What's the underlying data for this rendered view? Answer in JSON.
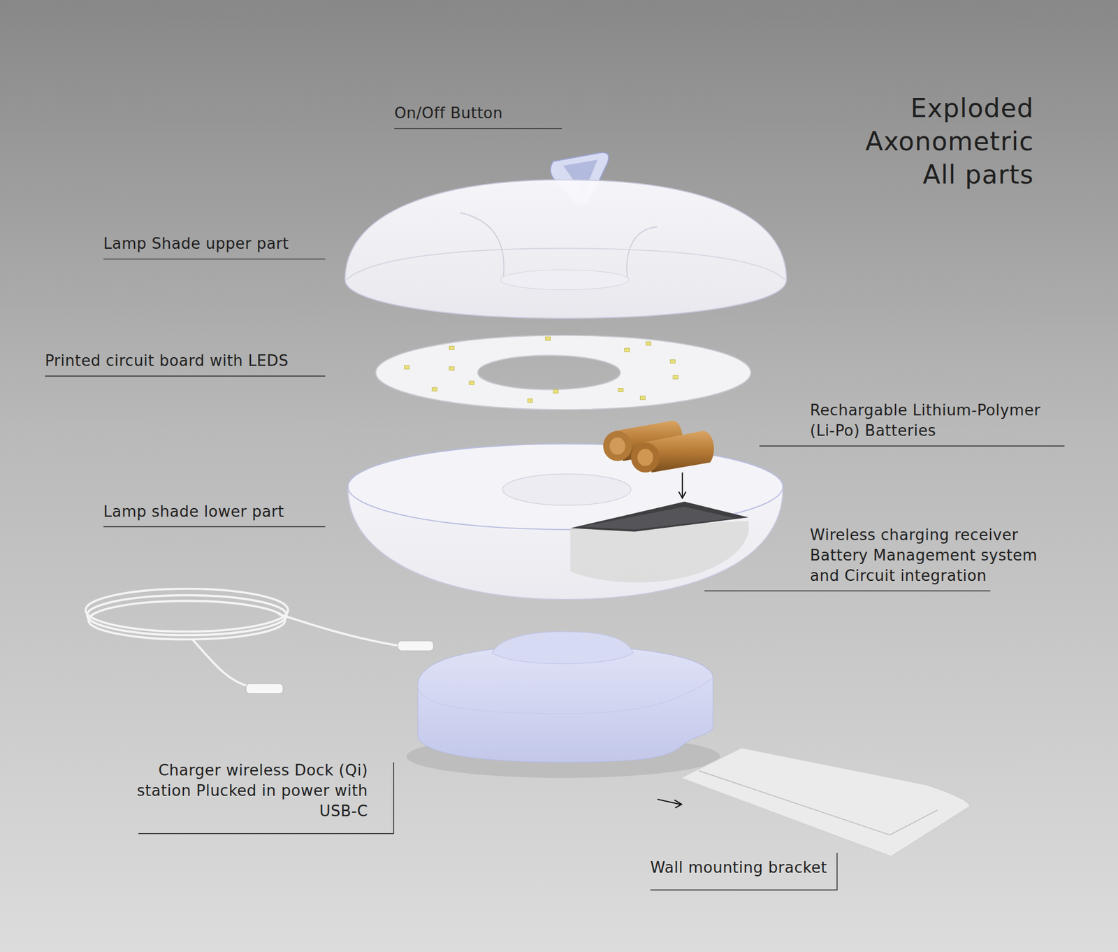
{
  "diagram": {
    "title": "Exploded Axonometric All parts",
    "labels": [
      "On/Off Button",
      "Lamp Shade upper part",
      "Printed circuit board with LEDS",
      "Rechargable Lithium-Polymer (Li-Po) Batteries",
      "Lamp shade lower part",
      "Wireless charging receiver Battery Management system and Circuit integration",
      "Charger wireless Dock (Qi) station Plucked in power with USB-C",
      "Wall mounting bracket"
    ]
  }
}
